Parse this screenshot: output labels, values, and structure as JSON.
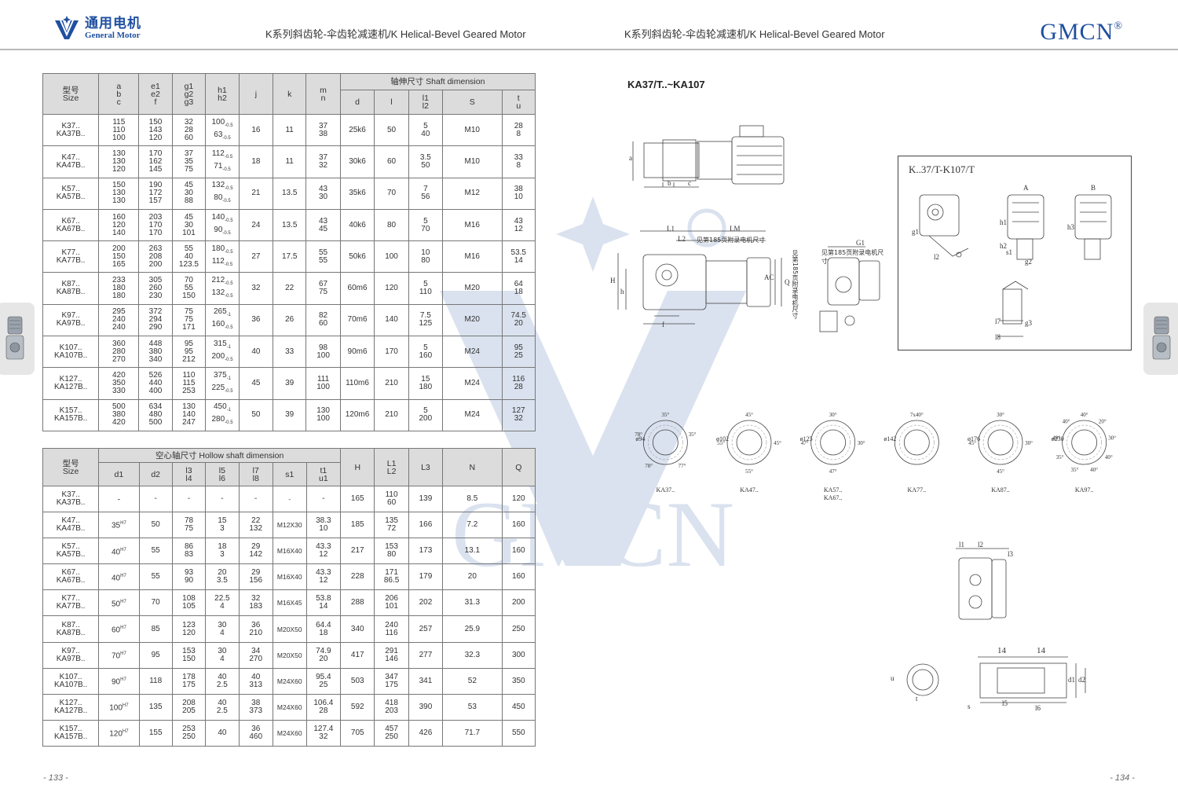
{
  "header": {
    "logo_cn": "通用电机",
    "logo_en": "General Motor",
    "title_left": "K系列斜齿轮-伞齿轮减速机/K Helical-Bevel  Geared Motor",
    "title_right": "K系列斜齿轮-伞齿轮减速机/K Helical-Bevel  Geared Motor",
    "brand": "GMCN",
    "brand_mark": "®"
  },
  "page_left": "- 133 -",
  "page_right": "- 134 -",
  "watermark_text": "GMCN",
  "table1": {
    "size_header": "型号\nSize",
    "cols": [
      "a\nb\nc",
      "e1\ne2\nf",
      "g1\ng2\ng3",
      "h1\nh2",
      "j",
      "k",
      "m\nn"
    ],
    "shaft_group": "轴伸尺寸 Shaft dimension",
    "shaft_cols": [
      "d",
      "l",
      "l1\nl2",
      "S",
      "t\nu"
    ],
    "rows": [
      {
        "size": "K37..\nKA37B..",
        "abc": "115\n110\n100",
        "ef": "150\n143\n120",
        "g": "32\n28\n60",
        "h1": "100",
        "h1t": "-0.5",
        "h2": "63",
        "h2t": "-0.5",
        "j": "16",
        "k": "11",
        "mn": "37\n38",
        "d": "25k6",
        "l": "50",
        "l12": "5\n40",
        "s": "M10",
        "tu": "28\n8"
      },
      {
        "size": "K47..\nKA47B..",
        "abc": "130\n130\n120",
        "ef": "170\n162\n145",
        "g": "37\n35\n75",
        "h1": "112",
        "h1t": "-0.5",
        "h2": "71",
        "h2t": "-0.5",
        "j": "18",
        "k": "11",
        "mn": "37\n32",
        "d": "30k6",
        "l": "60",
        "l12": "3.5\n50",
        "s": "M10",
        "tu": "33\n8"
      },
      {
        "size": "K57..\nKA57B..",
        "abc": "150\n130\n130",
        "ef": "190\n172\n157",
        "g": "45\n30\n88",
        "h1": "132",
        "h1t": "-0.5",
        "h2": "80",
        "h2t": "-0.5",
        "j": "21",
        "k": "13.5",
        "mn": "43\n30",
        "d": "35k6",
        "l": "70",
        "l12": "7\n56",
        "s": "M12",
        "tu": "38\n10"
      },
      {
        "size": "K67..\nKA67B..",
        "abc": "160\n120\n140",
        "ef": "203\n170\n170",
        "g": "45\n30\n101",
        "h1": "140",
        "h1t": "-0.5",
        "h2": "90",
        "h2t": "-0.5",
        "j": "24",
        "k": "13.5",
        "mn": "43\n45",
        "d": "40k6",
        "l": "80",
        "l12": "5\n70",
        "s": "M16",
        "tu": "43\n12"
      },
      {
        "size": "K77..\nKA77B..",
        "abc": "200\n150\n165",
        "ef": "263\n208\n200",
        "g": "55\n40\n123.5",
        "h1": "180",
        "h1t": "-0.5",
        "h2": "112",
        "h2t": "-0.5",
        "j": "27",
        "k": "17.5",
        "mn": "55\n55",
        "d": "50k6",
        "l": "100",
        "l12": "10\n80",
        "s": "M16",
        "tu": "53.5\n14"
      },
      {
        "size": "K87..\nKA87B..",
        "abc": "233\n180\n180",
        "ef": "305\n260\n230",
        "g": "70\n55\n150",
        "h1": "212",
        "h1t": "-0.5",
        "h2": "132",
        "h2t": "-0.5",
        "j": "32",
        "k": "22",
        "mn": "67\n75",
        "d": "60m6",
        "l": "120",
        "l12": "5\n110",
        "s": "M20",
        "tu": "64\n18"
      },
      {
        "size": "K97..\nKA97B..",
        "abc": "295\n240\n240",
        "ef": "372\n294\n290",
        "g": "75\n75\n171",
        "h1": "265",
        "h1t": "-1",
        "h2": "160",
        "h2t": "-0.5",
        "j": "36",
        "k": "26",
        "mn": "82\n60",
        "d": "70m6",
        "l": "140",
        "l12": "7.5\n125",
        "s": "M20",
        "tu": "74.5\n20"
      },
      {
        "size": "K107..\nKA107B..",
        "abc": "360\n280\n270",
        "ef": "448\n380\n340",
        "g": "95\n95\n212",
        "h1": "315",
        "h1t": "-1",
        "h2": "200",
        "h2t": "-0.5",
        "j": "40",
        "k": "33",
        "mn": "98\n100",
        "d": "90m6",
        "l": "170",
        "l12": "5\n160",
        "s": "M24",
        "tu": "95\n25"
      },
      {
        "size": "K127..\nKA127B..",
        "abc": "420\n350\n330",
        "ef": "526\n440\n400",
        "g": "110\n115\n253",
        "h1": "375",
        "h1t": "-1",
        "h2": "225",
        "h2t": "-0.5",
        "j": "45",
        "k": "39",
        "mn": "111\n100",
        "d": "110m6",
        "l": "210",
        "l12": "15\n180",
        "s": "M24",
        "tu": "116\n28"
      },
      {
        "size": "K157..\nKA157B..",
        "abc": "500\n380\n420",
        "ef": "634\n480\n500",
        "g": "130\n140\n247",
        "h1": "450",
        "h1t": "-1",
        "h2": "280",
        "h2t": "-0.5",
        "j": "50",
        "k": "39",
        "mn": "130\n100",
        "d": "120m6",
        "l": "210",
        "l12": "5\n200",
        "s": "M24",
        "tu": "127\n32"
      }
    ]
  },
  "table2": {
    "size_header": "型号\nSize",
    "hollow_group": "空心轴尺寸 Hollow shaft dimension",
    "hollow_cols": [
      "d1",
      "d2",
      "l3\nl4",
      "l5\nl6",
      "l7\nl8",
      "s1",
      "t1\nu1"
    ],
    "other_cols": [
      "H",
      "L1\nL2",
      "L3",
      "N",
      "Q"
    ],
    "rows": [
      {
        "size": "K37..\nKA37B..",
        "d1": "-",
        "d1t": "",
        "d2": "-",
        "l34": "-",
        "l56": "-",
        "l78": "-",
        "s1": "-",
        "tu1": "-",
        "H": "165",
        "L12": "110\n60",
        "L3": "139",
        "N": "8.5",
        "Q": "120"
      },
      {
        "size": "K47..\nKA47B..",
        "d1": "35",
        "d1t": "H7",
        "d2": "50",
        "l34": "78\n75",
        "l56": "15\n3",
        "l78": "22\n132",
        "s1": "M12X30",
        "tu1": "38.3\n10",
        "H": "185",
        "L12": "135\n72",
        "L3": "166",
        "N": "7.2",
        "Q": "160"
      },
      {
        "size": "K57..\nKA57B..",
        "d1": "40",
        "d1t": "H7",
        "d2": "55",
        "l34": "86\n83",
        "l56": "18\n3",
        "l78": "29\n142",
        "s1": "M16X40",
        "tu1": "43.3\n12",
        "H": "217",
        "L12": "153\n80",
        "L3": "173",
        "N": "13.1",
        "Q": "160"
      },
      {
        "size": "K67..\nKA67B..",
        "d1": "40",
        "d1t": "H7",
        "d2": "55",
        "l34": "93\n90",
        "l56": "20\n3.5",
        "l78": "29\n156",
        "s1": "M16X40",
        "tu1": "43.3\n12",
        "H": "228",
        "L12": "171\n86.5",
        "L3": "179",
        "N": "20",
        "Q": "160"
      },
      {
        "size": "K77..\nKA77B..",
        "d1": "50",
        "d1t": "H7",
        "d2": "70",
        "l34": "108\n105",
        "l56": "22.5\n4",
        "l78": "32\n183",
        "s1": "M16X45",
        "tu1": "53.8\n14",
        "H": "288",
        "L12": "206\n101",
        "L3": "202",
        "N": "31.3",
        "Q": "200"
      },
      {
        "size": "K87..\nKA87B..",
        "d1": "60",
        "d1t": "H7",
        "d2": "85",
        "l34": "123\n120",
        "l56": "30\n4",
        "l78": "36\n210",
        "s1": "M20X50",
        "tu1": "64.4\n18",
        "H": "340",
        "L12": "240\n116",
        "L3": "257",
        "N": "25.9",
        "Q": "250"
      },
      {
        "size": "K97..\nKA97B..",
        "d1": "70",
        "d1t": "H7",
        "d2": "95",
        "l34": "153\n150",
        "l56": "30\n4",
        "l78": "34\n270",
        "s1": "M20X50",
        "tu1": "74.9\n20",
        "H": "417",
        "L12": "291\n146",
        "L3": "277",
        "N": "32.3",
        "Q": "300"
      },
      {
        "size": "K107..\nKA107B..",
        "d1": "90",
        "d1t": "H7",
        "d2": "118",
        "l34": "178\n175",
        "l56": "40\n2.5",
        "l78": "40\n313",
        "s1": "M24X60",
        "tu1": "95.4\n25",
        "H": "503",
        "L12": "347\n175",
        "L3": "341",
        "N": "52",
        "Q": "350"
      },
      {
        "size": "K127..\nKA127B..",
        "d1": "100",
        "d1t": "H7",
        "d2": "135",
        "l34": "208\n205",
        "l56": "40\n2.5",
        "l78": "38\n373",
        "s1": "M24X60",
        "tu1": "106.4\n28",
        "H": "592",
        "L12": "418\n203",
        "L3": "390",
        "N": "53",
        "Q": "450"
      },
      {
        "size": "K157..\nKA157B..",
        "d1": "120",
        "d1t": "H7",
        "d2": "155",
        "l34": "253\n250",
        "l56": "40",
        "l78": "36\n460",
        "s1": "M24X60",
        "tu1": "127.4\n32",
        "H": "705",
        "L12": "457\n250",
        "L3": "426",
        "N": "71.7",
        "Q": "550"
      }
    ]
  },
  "drawing": {
    "title": "KA37/T..~KA107",
    "box_title": "K..37/T-K107/T",
    "note_motor": "见第185页附录电机尺寸",
    "note_motor_vertical": "见第185页附录电机尺寸",
    "labels": {
      "L1": "L1",
      "L2": "L2",
      "LM": "LM",
      "H": "H",
      "AC": "AC",
      "Q": "Q",
      "G1": "G1",
      "h": "h",
      "b": "b",
      "f": "f",
      "c": "c",
      "a": "a",
      "A": "A",
      "B": "B",
      "g1": "g1",
      "h1": "h1",
      "h2": "h2",
      "h3": "h3",
      "s1": "s1",
      "g2": "g2",
      "l7": "l7",
      "l8": "l8",
      "g3": "g3",
      "l2": "l2",
      "t1": "t",
      "u1": "u",
      "l1s": "l1",
      "l2s": "l2",
      "l3s": "l3",
      "d1": "d1",
      "d2": "d2",
      "l5": "l5",
      "l6": "l6",
      "s": "s",
      "d14a": "14",
      "d14b": "14"
    },
    "flanges": [
      {
        "name": "KA37..",
        "dia": "ø94",
        "angles": [
          "35°",
          "35°",
          "77°",
          "78°",
          "78°"
        ]
      },
      {
        "name": "KA47..",
        "dia": "ø102",
        "angles": [
          "45°",
          "45°",
          "55°",
          "55°"
        ]
      },
      {
        "name": "KA57..\nKA67..",
        "dia": "ø125",
        "angles": [
          "30°",
          "30°",
          "47°",
          "47°"
        ]
      },
      {
        "name": "KA77..",
        "dia": "ø142",
        "angles": [
          "7x40°"
        ]
      },
      {
        "name": "KA87..",
        "dia": "ø176",
        "angles": [
          "30°",
          "30°",
          "45°",
          "45°"
        ]
      },
      {
        "name": "KA97..",
        "dia": "ø230",
        "angles": [
          "40°",
          "20°",
          "30°",
          "40°",
          "40°",
          "35°",
          "35°",
          "40°",
          "40°"
        ]
      }
    ]
  },
  "colors": {
    "brand_blue": "#1f4fa0",
    "header_gray": "#dcdcdc",
    "line_gray": "#b8b8b8"
  }
}
